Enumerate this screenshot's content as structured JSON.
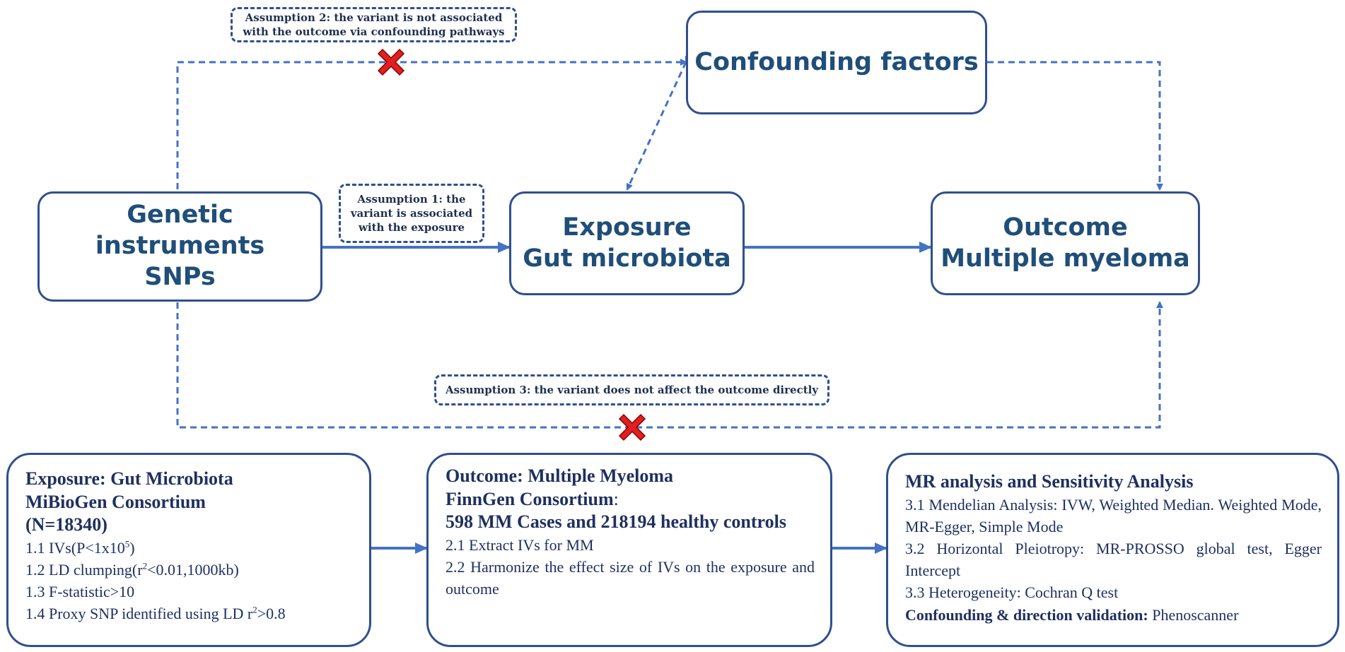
{
  "nodes": {
    "genetic": [
      "Genetic instruments",
      "SNPs"
    ],
    "exposure": [
      "Exposure",
      "Gut microbiota"
    ],
    "outcome": [
      "Outcome",
      "Multiple myeloma"
    ],
    "confounding": "Confounding factors"
  },
  "assumptions": {
    "a1": [
      "Assumption 1: the",
      "variant is associated",
      "with the exposure"
    ],
    "a2": [
      "Assumption 2: the variant is not associated",
      "with the outcome via confounding pathways"
    ],
    "a3": "Assumption 3: the variant does not affect the outcome directly"
  },
  "panels": {
    "exposure": {
      "title": [
        "Exposure: Gut Microbiota",
        "MiBioGen Consortium",
        "(N=18340)"
      ],
      "item1_pre": "1.1 IVs(P<1x10",
      "item1_sup": "5",
      "item1_post": ")",
      "item2_pre": "1.2 LD clumping(r",
      "item2_sup": "2",
      "item2_post": "<0.01,1000kb)",
      "item3": "1.3 F-statistic>10",
      "item4_pre": "1.4 Proxy SNP identified using LD r",
      "item4_sup": "2",
      "item4_post": ">0.8"
    },
    "outcome": {
      "title1": "Outcome: Multiple Myeloma",
      "title2": "FinnGen Consortium",
      "title2_suffix": ":",
      "cases": "598 MM Cases and 218194 healthy controls",
      "item1": "2.1 Extract IVs for MM",
      "item2": "2.2 Harmonize the effect size of IVs on the exposure and outcome"
    },
    "mr": {
      "title": "MR analysis and Sensitivity Analysis",
      "item1": "3.1 Mendelian Analysis: IVW, Weighted Median. Weighted Mode, MR-Egger, Simple Mode",
      "item2": "3.2 Horizontal Pleiotropy: MR-PROSSO global test, Egger Intercept",
      "item3": "3.3 Heterogeneity: Cochran Q test",
      "validation_label": "Confounding & direction validation:",
      "validation_value": " Phenoscanner"
    }
  },
  "colors": {
    "arrow": "#4472c4",
    "border": "#2f4f8f",
    "node_text": "#1f4e79",
    "cross": "#e02020"
  }
}
